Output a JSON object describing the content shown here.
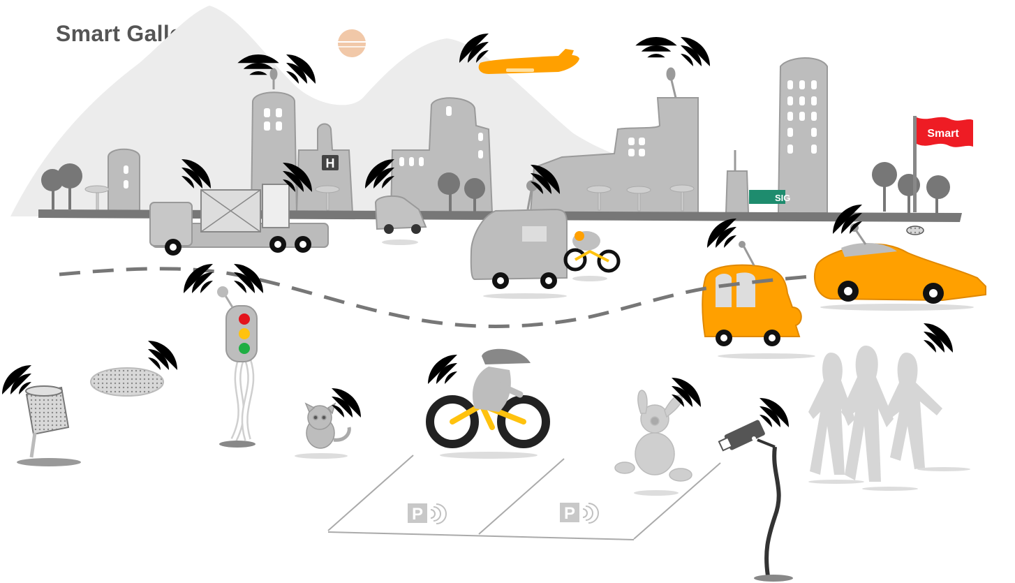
{
  "title": "Smart Gallen",
  "flag_label": "Smart",
  "hospital_label": "H",
  "street_sign_label": "SIG",
  "parking_label": "P",
  "colors": {
    "accent_orange": "#ffa000",
    "flag_red": "#ee1c24",
    "wave_purple": "#7a5fa0",
    "building_gray": "#bdbdbd",
    "traffic_red": "#e3141c",
    "traffic_yellow": "#ffc20e",
    "traffic_green": "#1fae43"
  },
  "icons": [
    "wifi-signal-icon",
    "parking-icon",
    "hospital-icon",
    "traffic-light-icon",
    "camera-icon",
    "flag-icon"
  ]
}
